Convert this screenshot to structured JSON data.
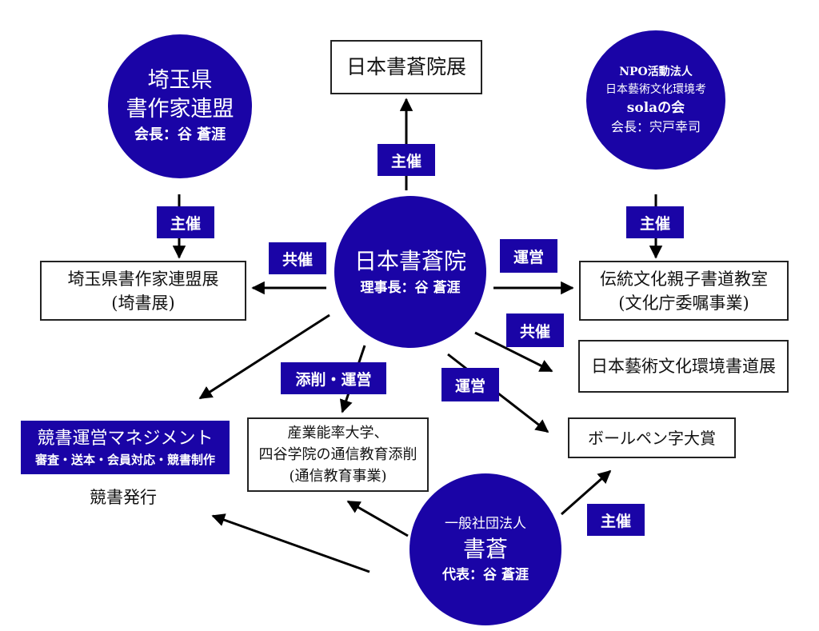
{
  "colors": {
    "node_fill": "#1a04a6",
    "node_text": "#ffffff",
    "arrow": "#000000",
    "box_border": "#222222"
  },
  "nodes": {
    "saitama_federation": {
      "line1": "埼玉県",
      "line2": "書作家連盟",
      "line3": "会長：谷 蒼涯"
    },
    "npo_sola": {
      "line1": "NPO活動法人",
      "line2": "日本藝術文化環境考",
      "line3": "solaの会",
      "line4": "会長：宍戸幸司"
    },
    "nihon_shosoin": {
      "line1": "日本書蒼院",
      "line2": "理事長：谷 蒼涯"
    },
    "shoso_corp": {
      "line1": "一般社団法人",
      "line2": "書蒼",
      "line3": "代表：谷 蒼涯"
    }
  },
  "boxes": {
    "shosoin_exhibition": {
      "line1": "日本書蒼院展"
    },
    "saitama_exhibition": {
      "line1": "埼玉県書作家連盟展",
      "line2": "(埼書展)"
    },
    "parent_child_class": {
      "line1": "伝統文化親子書道教室",
      "line2": "(文化庁委嘱事業)"
    },
    "art_env_exhibition": {
      "line1": "日本藝術文化環境書道展"
    },
    "correspondence": {
      "line1": "産業能率大学、",
      "line2": "四谷学院の通信教育添削",
      "line3": "(通信教育事業)"
    },
    "ballpen_award": {
      "line1": "ボールペン字大賞"
    },
    "kyosho_management": {
      "line1": "競書運営マネジメント",
      "line2": "審査・送本・会員対応・競書制作"
    },
    "kyosho_publish": {
      "line1": "競書発行"
    }
  },
  "edge_labels": {
    "top_host": "主催",
    "saitama_host": "主催",
    "npo_host": "主催",
    "co_host_left": "共催",
    "operate_right": "運営",
    "co_host_right": "共催",
    "correction_operate": "添削・運営",
    "operate_ballpen": "運営",
    "host_ballpen": "主催"
  }
}
